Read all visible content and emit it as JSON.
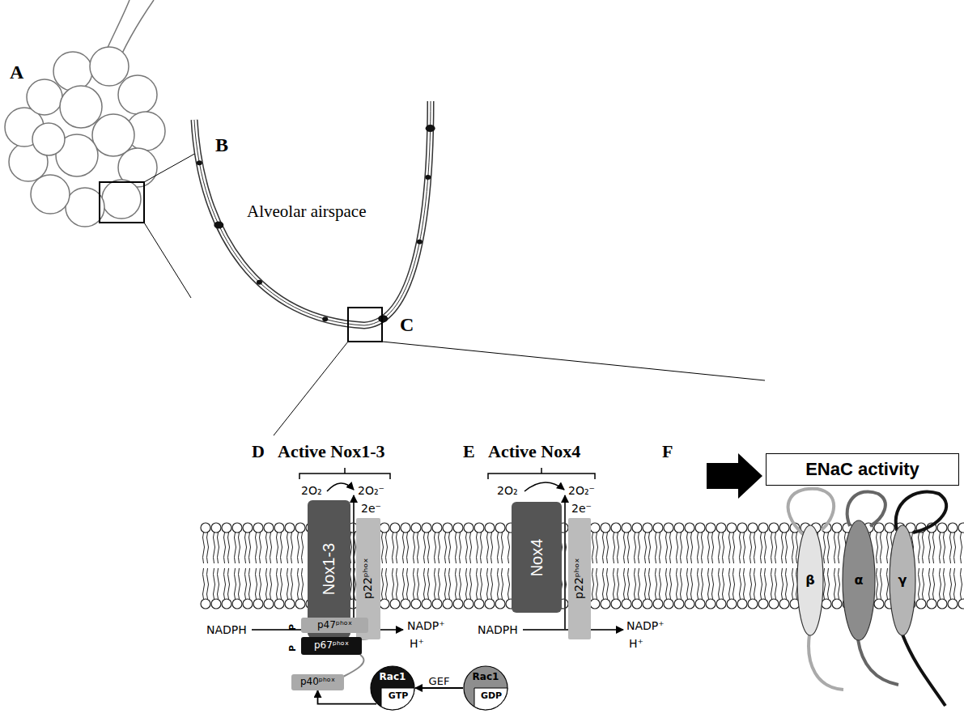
{
  "diagram": {
    "nodes": [
      {
        "text": [
          "Nox1-3"
        ]
      },
      {
        "text": [
          "p22ᵖʰᵒˣ"
        ]
      },
      {
        "text": [
          "p47ᵖʰᵒˣ"
        ]
      },
      {
        "text": [
          "p67ᵖʰᵒˣ"
        ]
      },
      {
        "text": [
          "p40ᵖʰᵒˣ"
        ]
      },
      {
        "text": [
          "Rac1",
          "GTP"
        ]
      },
      {
        "text": [
          "Rac1",
          "GDP"
        ]
      },
      {
        "text": [
          "Nox4"
        ]
      },
      {
        "text": [
          "p22ᵖʰᵒˣ"
        ]
      },
      {
        "text": [
          "ENaC activity"
        ]
      },
      {
        "text": [
          "β"
        ]
      },
      {
        "text": [
          "α"
        ]
      },
      {
        "text": [
          "γ"
        ]
      }
    ],
    "edges": [
      {
        "from": 6,
        "to": 5,
        "label": "GEF",
        "arrow": "to"
      },
      {
        "from": 5,
        "to": 4,
        "arrow": "to"
      }
    ],
    "labels": [
      "A",
      "B",
      "C",
      "Alveolar airspace",
      "D",
      "Active Nox1-3",
      "2O₂",
      "2O₂⁻",
      "2e⁻",
      "P",
      "P",
      "NADPH",
      "NADP⁺",
      "H⁺",
      "E",
      "Active Nox4",
      "2O₂",
      "2O₂⁻",
      "2e⁻",
      "NADPH",
      "NADP⁺",
      "H⁺",
      "F"
    ]
  }
}
